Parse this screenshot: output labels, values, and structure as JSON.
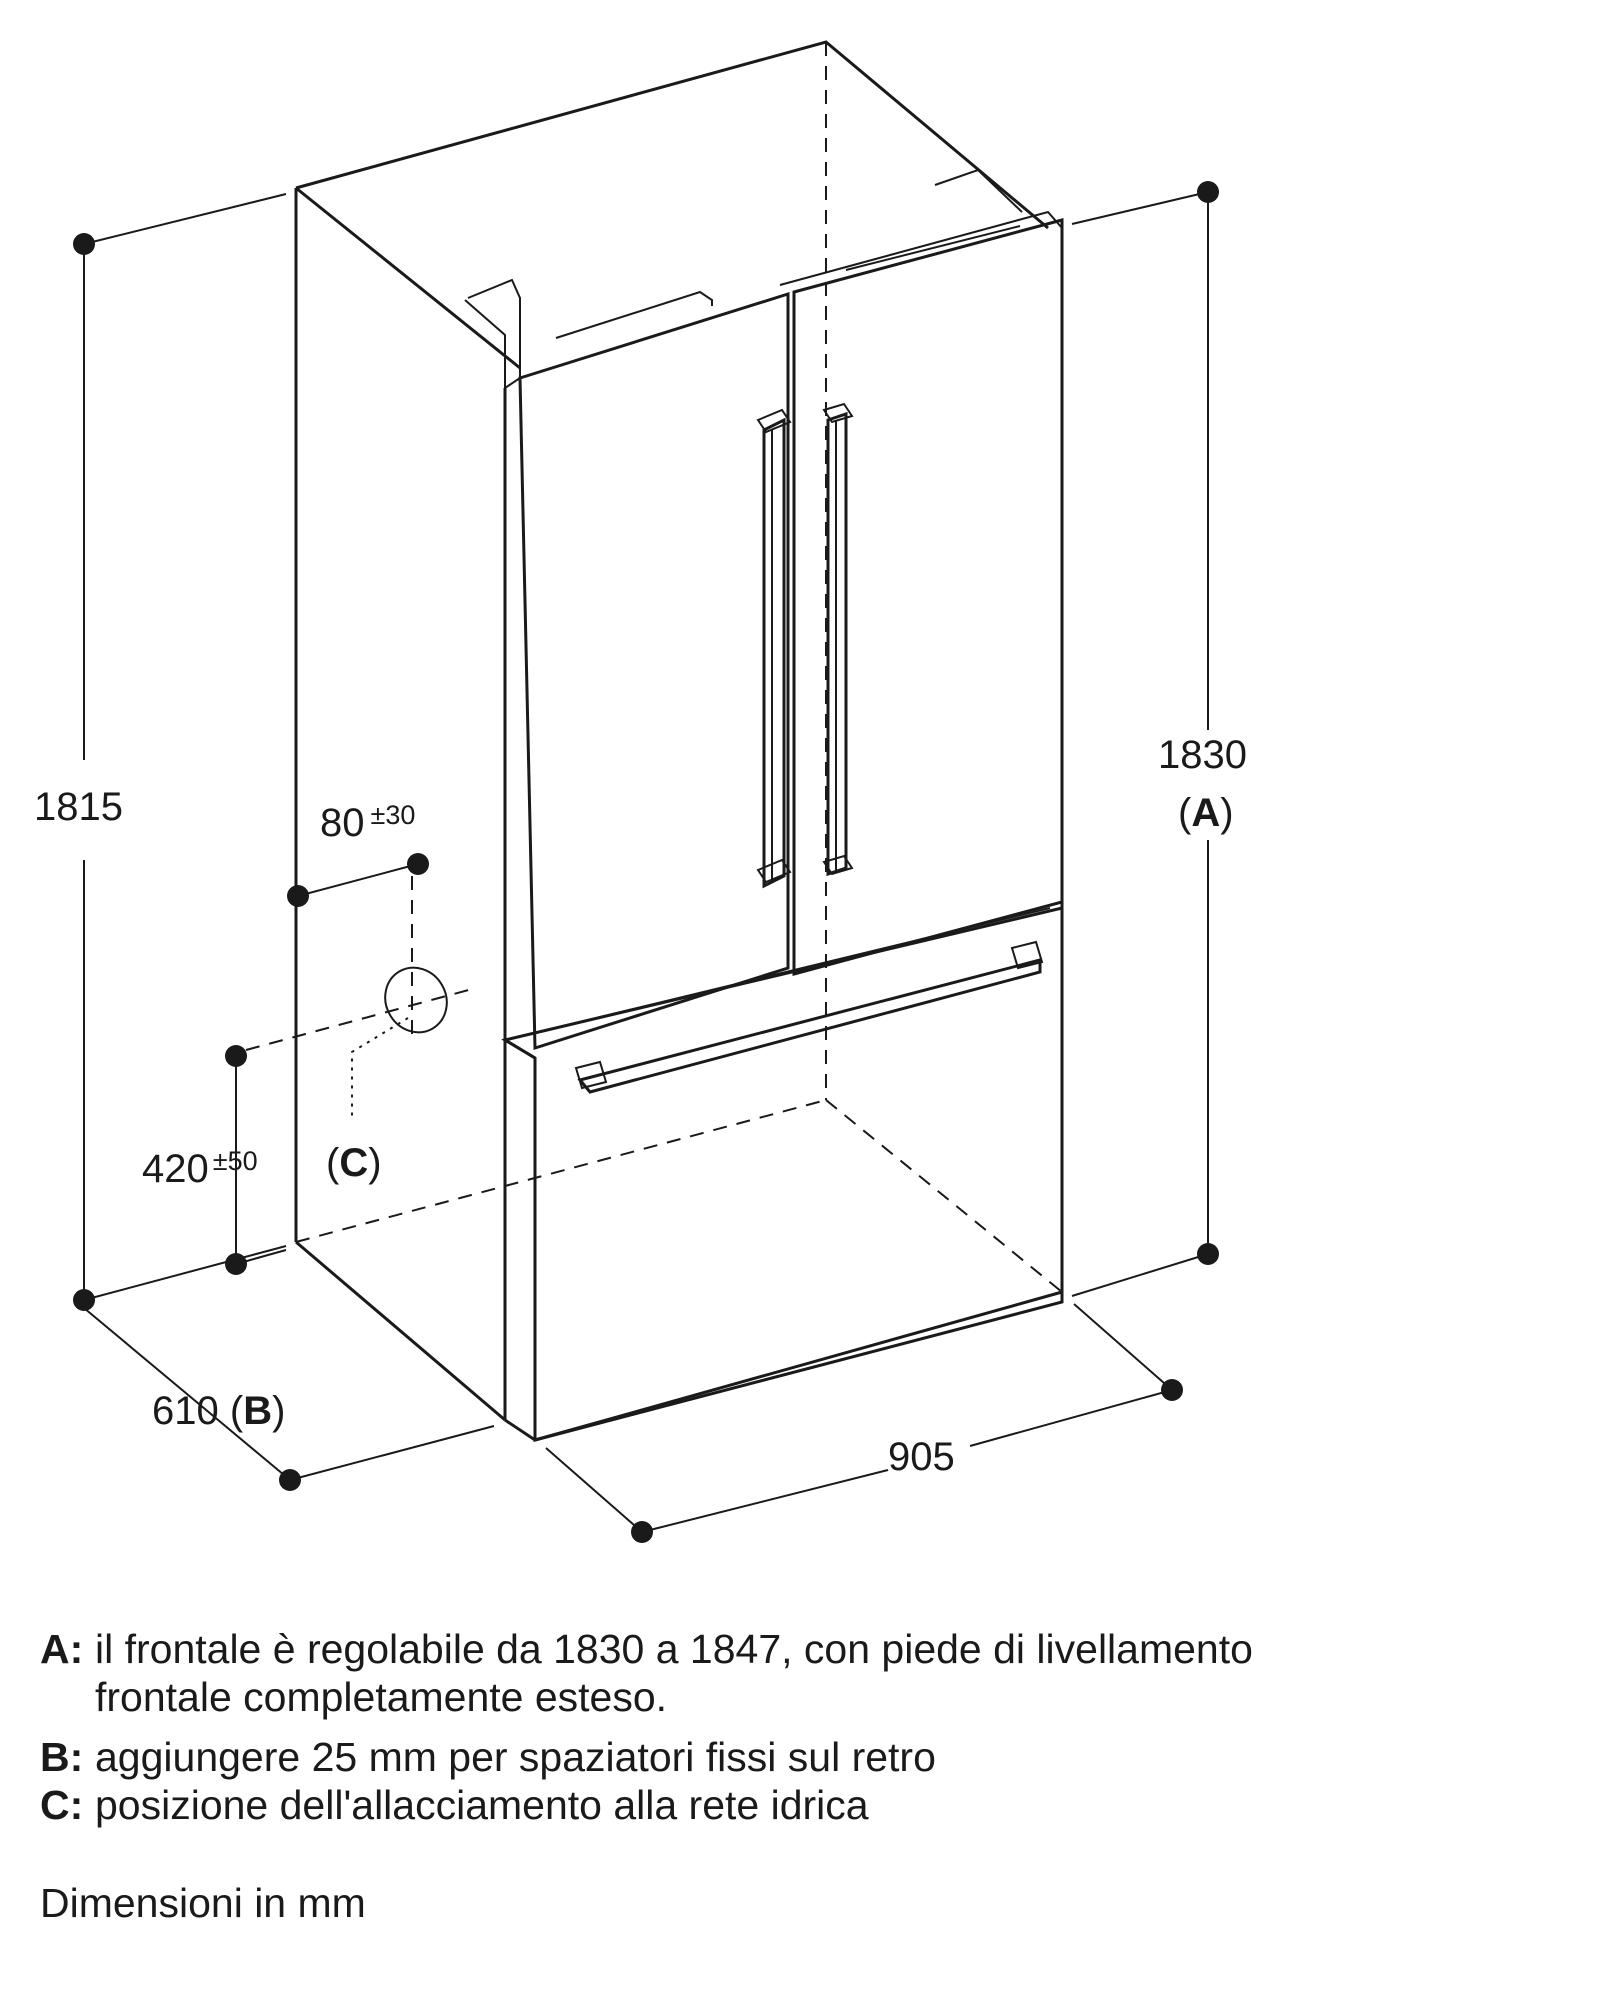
{
  "dimensions": {
    "height_left": "1815",
    "height_right": "1830",
    "height_right_ref": "A",
    "depth": "610",
    "depth_ref": "B",
    "width": "905",
    "water_offset": "80",
    "water_offset_tol": "±30",
    "water_height": "420",
    "water_height_tol": "±50",
    "water_ref": "C"
  },
  "legend": [
    {
      "key": "A",
      "text_lines": [
        "il frontale è regolabile da 1830 a 1847, con piede di livellamento",
        "frontale completamente esteso."
      ]
    },
    {
      "key": "B",
      "text_lines": [
        "aggiungere 25 mm per spaziatori fissi sul retro"
      ]
    },
    {
      "key": "C",
      "text_lines": [
        "posizione dell'allacciamento alla rete idrica"
      ]
    }
  ],
  "units_note": "Dimensioni in mm"
}
